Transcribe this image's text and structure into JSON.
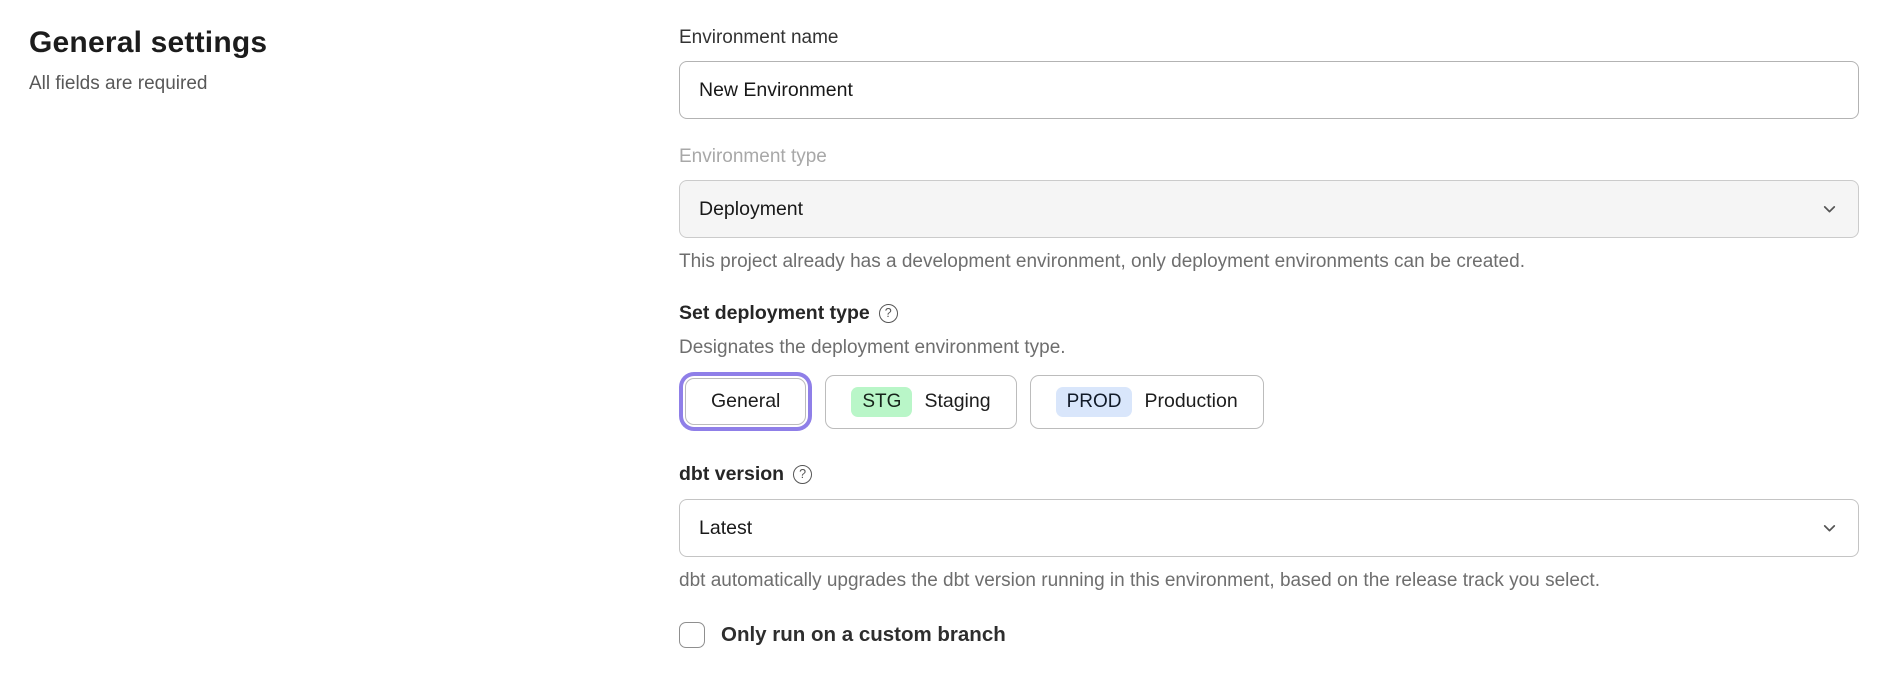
{
  "page": {
    "title": "General settings",
    "subtitle": "All fields are required"
  },
  "form": {
    "environment_name": {
      "label": "Environment name",
      "value": "New Environment"
    },
    "environment_type": {
      "label": "Environment type",
      "selected_value": "Deployment",
      "disabled": true,
      "helper": "This project already has a development environment, only deployment environments can be created."
    },
    "deployment_type": {
      "label": "Set deployment type",
      "help_icon": "?",
      "description": "Designates the deployment environment type.",
      "options": [
        {
          "label": "General",
          "badge": "",
          "selected": true
        },
        {
          "label": "Staging",
          "badge": "STG",
          "badge_color": "#b9f6c8",
          "selected": false
        },
        {
          "label": "Production",
          "badge": "PROD",
          "badge_color": "#d9e6fb",
          "selected": false
        }
      ]
    },
    "dbt_version": {
      "label": "dbt version",
      "help_icon": "?",
      "selected_value": "Latest",
      "helper": "dbt automatically upgrades the dbt version running in this environment, based on the release track you select."
    },
    "custom_branch": {
      "label": "Only run on a custom branch",
      "checked": false
    }
  },
  "colors": {
    "accent_purple": "#8f7fe8",
    "staging_badge_green": "#b9f6c8",
    "production_badge_blue": "#d9e6fb",
    "disabled_field_bg": "#f5f5f5"
  }
}
